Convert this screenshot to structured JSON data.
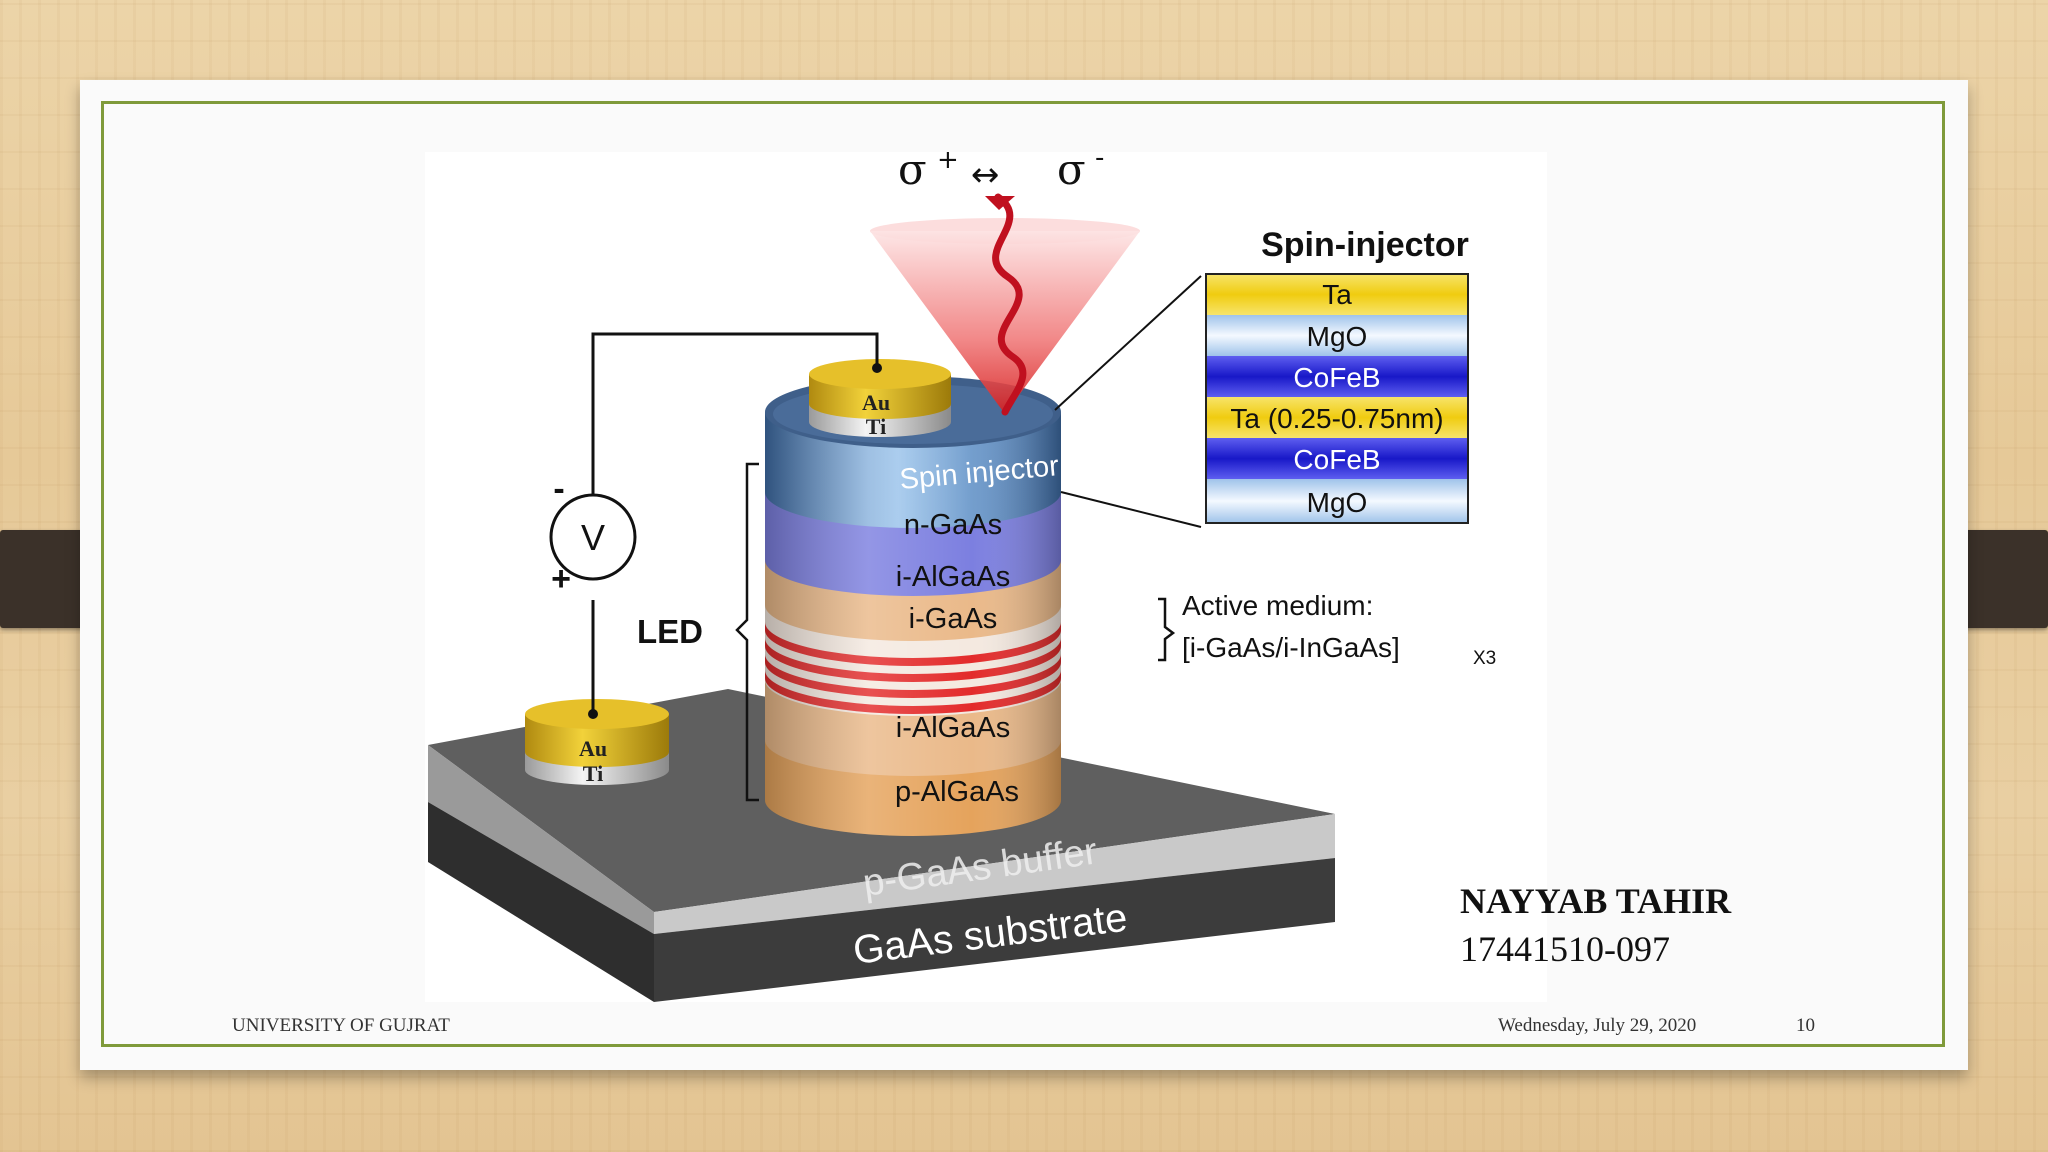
{
  "diagram": {
    "polarization_label_plus": "σ",
    "polarization_plus_sign": "+",
    "polarization_arrow": "↔",
    "polarization_label_minus": "σ",
    "polarization_minus_sign": "-",
    "spin_injector_title": "Spin-injector",
    "spin_injector_layers": [
      "Ta",
      "MgO",
      "CoFeB",
      "Ta (0.25-0.75nm)",
      "CoFeB",
      "MgO"
    ],
    "pillar_layers": {
      "spin_injector": "Spin injector",
      "n_gaas": "n-GaAs",
      "i_algaas_top": "i-AlGaAs",
      "i_gaas": "i-GaAs",
      "i_algaas_bottom": "i-AlGaAs",
      "p_algaas": "p-AlGaAs"
    },
    "led_label": "LED",
    "active_medium_line1": "Active medium:",
    "active_medium_line2": "[i-GaAs/i-InGaAs]",
    "active_medium_sub": "X3",
    "contact_top": {
      "metal1": "Au",
      "metal2": "Ti"
    },
    "contact_bottom": {
      "metal1": "Au",
      "metal2": "Ti"
    },
    "voltmeter": "V",
    "minus": "-",
    "plus": "+",
    "buffer_label": "p-GaAs buffer",
    "substrate_label": "GaAs substrate"
  },
  "author": {
    "name": "NAYYAB TAHIR",
    "roll": "17441510-097"
  },
  "footer": {
    "university": "UNIVERSITY OF  GUJRAT",
    "date": "Wednesday, July 29, 2020",
    "page": "10"
  },
  "colors": {
    "frame": "#7f9a3a",
    "ta": "#f2d21a",
    "mgo": "#cfe3f5",
    "cofeb": "#2d2de0",
    "n_gaas": "#7c7fe0",
    "algaas": "#eab989",
    "p_algaas": "#e5a35c",
    "stripe": "#e32b2b",
    "cone": "#e23a3a",
    "substrate": "#3a3a3a",
    "buffer": "#bdbdbd"
  }
}
